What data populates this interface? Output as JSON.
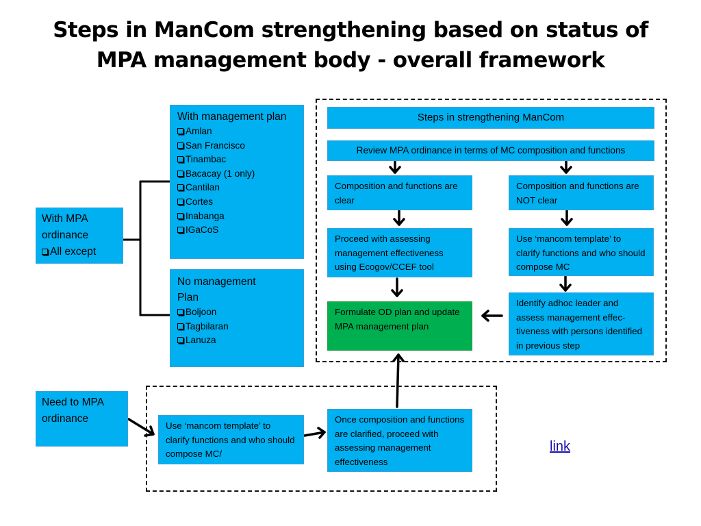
{
  "title": {
    "line1": "Steps in ManCom strengthening based on status of",
    "line2": "MPA management body  - overall framework"
  },
  "with_ordinance": {
    "line1": "With MPA",
    "line2": "ordinance",
    "item": "All except"
  },
  "with_plan": {
    "heading": "With management plan",
    "items": [
      "Amlan",
      "San Francisco",
      "Tinambac",
      "Bacacay (1 only)",
      "Cantilan",
      "Cortes",
      "Inabanga",
      "IGaCoS"
    ]
  },
  "no_plan": {
    "heading_line1": "No management",
    "heading_line2": "Plan",
    "items": [
      "Boljoon",
      "Tagbilaran",
      "Lanuza"
    ]
  },
  "steps": {
    "header": "Steps in strengthening ManCom",
    "review": "Review MPA ordinance in terms of MC composition and functions",
    "clear": "Composition and functions are clear",
    "not_clear": "Composition and functions are NOT clear",
    "assess": "Proceed with assessing management effectiveness using Ecogov/CCEF tool",
    "template": "Use ‘mancom template’ to clarify functions and who should compose  MC",
    "adhoc": "Identify adhoc leader and assess management effec-tiveness with persons identified in previous step",
    "formulate": "Formulate OD plan and update MPA management plan"
  },
  "need_ordinance": {
    "label": "Need to MPA ordinance",
    "template": "Use ‘mancom template’ to clarify functions and who should compose  MC/",
    "once": "Once composition and functions are clarified, proceed with assessing management effectiveness"
  },
  "link_label": "link",
  "colors": {
    "box": "#00b0f0",
    "green": "#00b050"
  }
}
